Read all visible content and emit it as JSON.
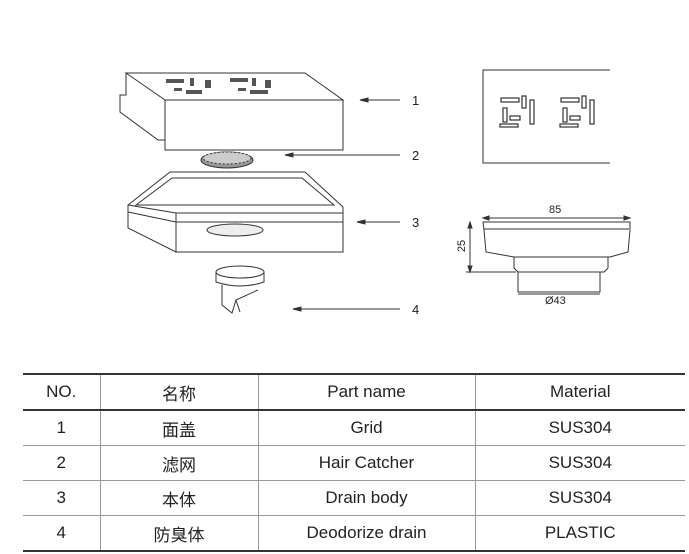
{
  "callouts": [
    "1",
    "2",
    "3",
    "4"
  ],
  "dimensions": {
    "width": "85",
    "height": "25",
    "diameter": "Ø43"
  },
  "table": {
    "headers": [
      "NO.",
      "名称",
      "Part name",
      "Material"
    ],
    "rows": [
      [
        "1",
        "面盖",
        "Grid",
        "SUS304"
      ],
      [
        "2",
        "滤网",
        "Hair Catcher",
        "SUS304"
      ],
      [
        "3",
        "本体",
        "Drain body",
        "SUS304"
      ],
      [
        "4",
        "防臭体",
        "Deodorize drain",
        "PLASTIC"
      ]
    ]
  }
}
